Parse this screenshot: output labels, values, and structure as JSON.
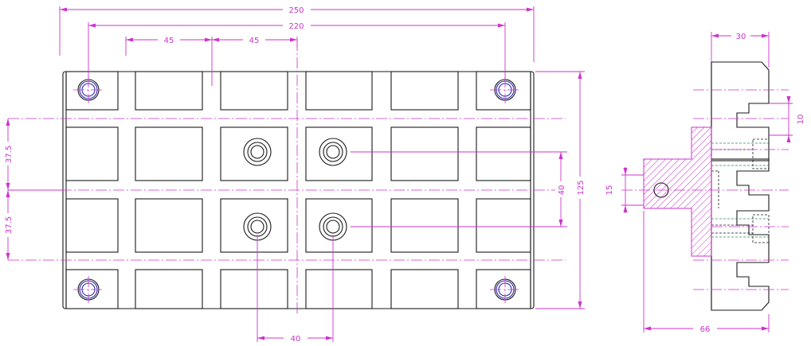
{
  "dimensions": {
    "overall_length": "250",
    "bolt_spacing": "220",
    "pitch_left": "45",
    "pitch_right": "45",
    "row_upper": "37.5",
    "row_lower": "37.5",
    "hole_spacing_vertical": "40",
    "overall_height": "125",
    "hole_spacing_horizontal": "40",
    "side_thickness": "30",
    "slot_width": "10",
    "hub_height": "15",
    "side_overall": "66"
  },
  "colors": {
    "outline": "#1a1a1a",
    "dimension": "#cc33cc",
    "hidden_green": "#2e8b57",
    "bolt_blue": "#2b2bb0"
  }
}
